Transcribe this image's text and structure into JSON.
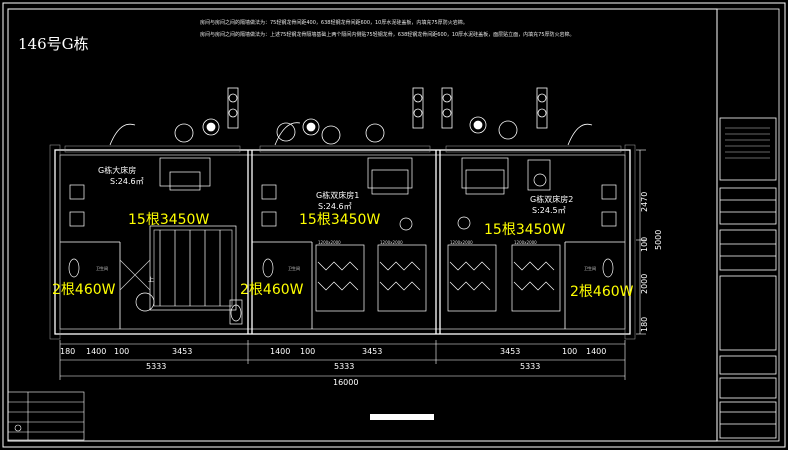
{
  "title": "146号G栋",
  "notes": {
    "line1": "房间与房间之间的隔墙做法为：75轻钢龙骨间距400，638轻钢龙骨间距600，10厚水泥硅盖板，内填充75厚防火岩棉。",
    "line2": "房间与房间之间的隔墙做法为：上述75轻钢龙骨隔墙基础上两个隔间内侧贴75轻钢龙骨，638轻钢龙骨间距600，10厚水泥硅盖板，面层贴立面，内填充75厚防火岩棉。"
  },
  "rooms": [
    {
      "name": "G栋大床房",
      "area": "S:24.6㎡"
    },
    {
      "name": "G栋双床房1",
      "area": "S:24.6㎡"
    },
    {
      "name": "G栋双床房2",
      "area": "S:24.5㎡"
    }
  ],
  "bathroom_label": "卫生间",
  "power": {
    "lights_a": "15根3450W",
    "lights_b": "15根3450W",
    "lights_c": "15根3450W",
    "bath_a": "2根460W",
    "bath_b": "2根460W",
    "bath_c": "2根460W"
  },
  "dimensions": {
    "bottom": [
      "180",
      "1400",
      "100",
      "3453",
      "1400",
      "100",
      "3453",
      "3453",
      "100",
      "1400"
    ],
    "sections": [
      "5333",
      "5333",
      "5333"
    ],
    "total": "16000",
    "right": [
      "2470",
      "100",
      "5000",
      "2000",
      "180"
    ]
  },
  "bed_labels": [
    "1200x2000",
    "1200x2000",
    "1200x2000",
    "1200x2000"
  ],
  "stair_label": "上"
}
